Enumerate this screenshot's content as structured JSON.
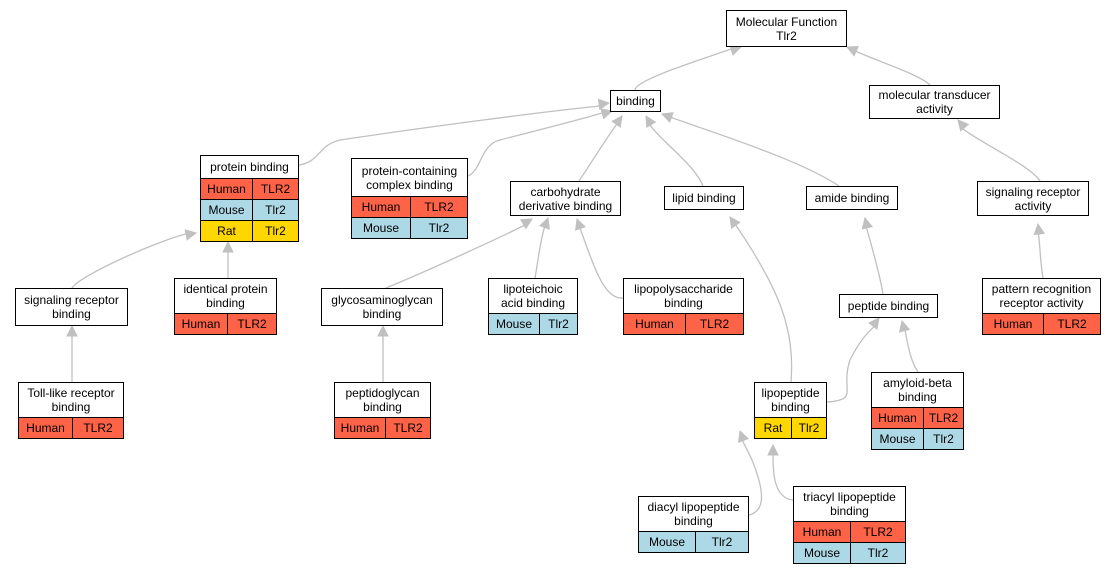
{
  "colors": {
    "edge": "#c0c0c0",
    "Human": "#ff6347",
    "Mouse": "#add8e6",
    "Rat": "#ffd700"
  },
  "nodes": [
    {
      "id": "molecular-function",
      "label": "Molecular Function\nTlr2",
      "rows": []
    },
    {
      "id": "binding",
      "label": "binding",
      "rows": []
    },
    {
      "id": "molecular-transducer-activity",
      "label": "molecular transducer\nactivity",
      "rows": []
    },
    {
      "id": "protein-binding",
      "label": "protein binding",
      "rows": [
        {
          "species": "Human",
          "gene": "TLR2"
        },
        {
          "species": "Mouse",
          "gene": "Tlr2"
        },
        {
          "species": "Rat",
          "gene": "Tlr2"
        }
      ]
    },
    {
      "id": "protein-containing-complex-binding",
      "label": "protein-containing\ncomplex binding",
      "rows": [
        {
          "species": "Human",
          "gene": "TLR2"
        },
        {
          "species": "Mouse",
          "gene": "Tlr2"
        }
      ]
    },
    {
      "id": "carbohydrate-derivative-binding",
      "label": "carbohydrate\nderivative binding",
      "rows": []
    },
    {
      "id": "lipid-binding",
      "label": "lipid binding",
      "rows": []
    },
    {
      "id": "amide-binding",
      "label": "amide binding",
      "rows": []
    },
    {
      "id": "signaling-receptor-activity",
      "label": "signaling receptor\nactivity",
      "rows": []
    },
    {
      "id": "signaling-receptor-binding",
      "label": "signaling receptor\nbinding",
      "rows": []
    },
    {
      "id": "identical-protein-binding",
      "label": "identical protein\nbinding",
      "rows": [
        {
          "species": "Human",
          "gene": "TLR2"
        }
      ]
    },
    {
      "id": "glycosaminoglycan-binding",
      "label": "glycosaminoglycan\nbinding",
      "rows": []
    },
    {
      "id": "lipoteichoic-acid-binding",
      "label": "lipoteichoic\nacid binding",
      "rows": [
        {
          "species": "Mouse",
          "gene": "Tlr2"
        }
      ]
    },
    {
      "id": "lipopolysaccharide-binding",
      "label": "lipopolysaccharide\nbinding",
      "rows": [
        {
          "species": "Human",
          "gene": "TLR2"
        }
      ]
    },
    {
      "id": "peptide-binding",
      "label": "peptide binding",
      "rows": []
    },
    {
      "id": "pattern-recognition-receptor-activity",
      "label": "pattern recognition\nreceptor activity",
      "rows": [
        {
          "species": "Human",
          "gene": "TLR2"
        }
      ]
    },
    {
      "id": "toll-like-receptor-binding",
      "label": "Toll-like receptor\nbinding",
      "rows": [
        {
          "species": "Human",
          "gene": "TLR2"
        }
      ]
    },
    {
      "id": "peptidoglycan-binding",
      "label": "peptidoglycan\nbinding",
      "rows": [
        {
          "species": "Human",
          "gene": "TLR2"
        }
      ]
    },
    {
      "id": "lipopeptide-binding",
      "label": "lipopeptide\nbinding",
      "rows": [
        {
          "species": "Rat",
          "gene": "Tlr2"
        }
      ]
    },
    {
      "id": "amyloid-beta-binding",
      "label": "amyloid-beta\nbinding",
      "rows": [
        {
          "species": "Human",
          "gene": "TLR2"
        },
        {
          "species": "Mouse",
          "gene": "Tlr2"
        }
      ]
    },
    {
      "id": "diacyl-lipopeptide-binding",
      "label": "diacyl lipopeptide\nbinding",
      "rows": [
        {
          "species": "Mouse",
          "gene": "Tlr2"
        }
      ]
    },
    {
      "id": "triacyl-lipopeptide-binding",
      "label": "triacyl lipopeptide\nbinding",
      "rows": [
        {
          "species": "Human",
          "gene": "TLR2"
        },
        {
          "species": "Mouse",
          "gene": "Tlr2"
        }
      ]
    }
  ],
  "edges": [
    {
      "from": "binding",
      "to": "molecular-function"
    },
    {
      "from": "molecular-transducer-activity",
      "to": "molecular-function"
    },
    {
      "from": "protein-binding",
      "to": "binding"
    },
    {
      "from": "protein-containing-complex-binding",
      "to": "binding"
    },
    {
      "from": "carbohydrate-derivative-binding",
      "to": "binding"
    },
    {
      "from": "lipid-binding",
      "to": "binding"
    },
    {
      "from": "amide-binding",
      "to": "binding"
    },
    {
      "from": "signaling-receptor-activity",
      "to": "molecular-transducer-activity"
    },
    {
      "from": "signaling-receptor-binding",
      "to": "protein-binding"
    },
    {
      "from": "identical-protein-binding",
      "to": "protein-binding"
    },
    {
      "from": "glycosaminoglycan-binding",
      "to": "carbohydrate-derivative-binding"
    },
    {
      "from": "lipoteichoic-acid-binding",
      "to": "carbohydrate-derivative-binding"
    },
    {
      "from": "lipopolysaccharide-binding",
      "to": "carbohydrate-derivative-binding"
    },
    {
      "from": "peptide-binding",
      "to": "amide-binding"
    },
    {
      "from": "pattern-recognition-receptor-activity",
      "to": "signaling-receptor-activity"
    },
    {
      "from": "toll-like-receptor-binding",
      "to": "signaling-receptor-binding"
    },
    {
      "from": "peptidoglycan-binding",
      "to": "glycosaminoglycan-binding"
    },
    {
      "from": "lipopeptide-binding",
      "to": "lipid-binding"
    },
    {
      "from": "lipopeptide-binding",
      "to": "peptide-binding"
    },
    {
      "from": "amyloid-beta-binding",
      "to": "peptide-binding"
    },
    {
      "from": "diacyl-lipopeptide-binding",
      "to": "lipopeptide-binding"
    },
    {
      "from": "triacyl-lipopeptide-binding",
      "to": "lipopeptide-binding"
    }
  ]
}
